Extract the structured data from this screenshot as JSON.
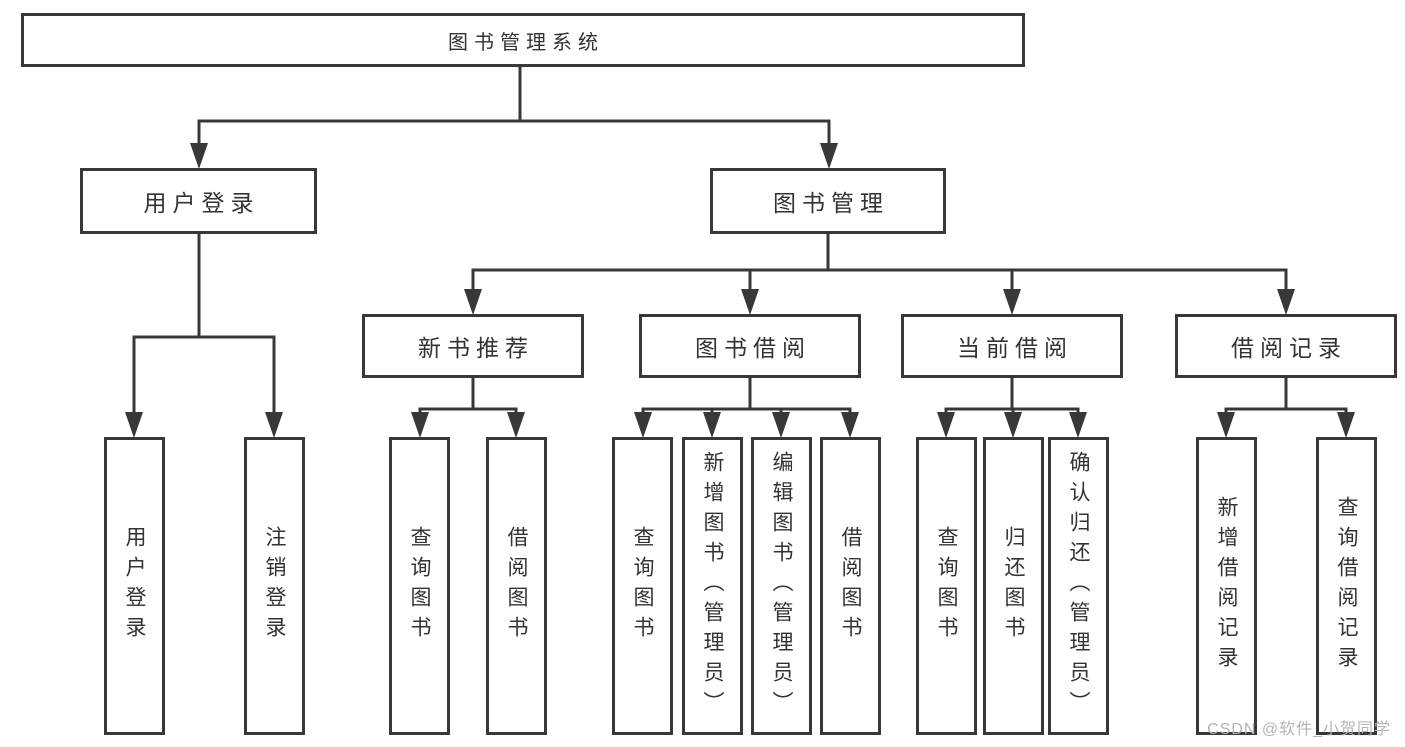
{
  "root": {
    "label": "图书管理系统"
  },
  "level2": [
    {
      "label": "用户登录"
    },
    {
      "label": "图书管理"
    }
  ],
  "level3": [
    {
      "label": "新书推荐"
    },
    {
      "label": "图书借阅"
    },
    {
      "label": "当前借阅"
    },
    {
      "label": "借阅记录"
    }
  ],
  "leaves": {
    "user": [
      "用户登录",
      "注销登录"
    ],
    "recommend": [
      "查询图书",
      "借阅图书"
    ],
    "borrow": [
      "查询图书",
      "新增图书（管理员）",
      "编辑图书（管理员）",
      "借阅图书"
    ],
    "current": [
      "查询图书",
      "归还图书",
      "确认归还（管理员）"
    ],
    "records": [
      "新增借阅记录",
      "查询借阅记录"
    ]
  },
  "watermark": {
    "text": "CSDN @软件_小贺同学"
  },
  "colors": {
    "line": "#383838",
    "text": "#333333",
    "background": "#ffffff",
    "watermark": "#b4b4b6"
  }
}
